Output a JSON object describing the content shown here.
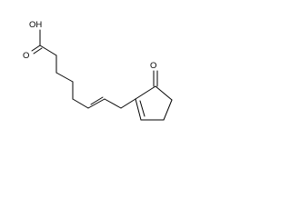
{
  "molecule": {
    "atoms": {
      "hydroxyl": "OH",
      "acid_carbonyl_oxygen": "O",
      "ketone_oxygen": "O"
    }
  }
}
